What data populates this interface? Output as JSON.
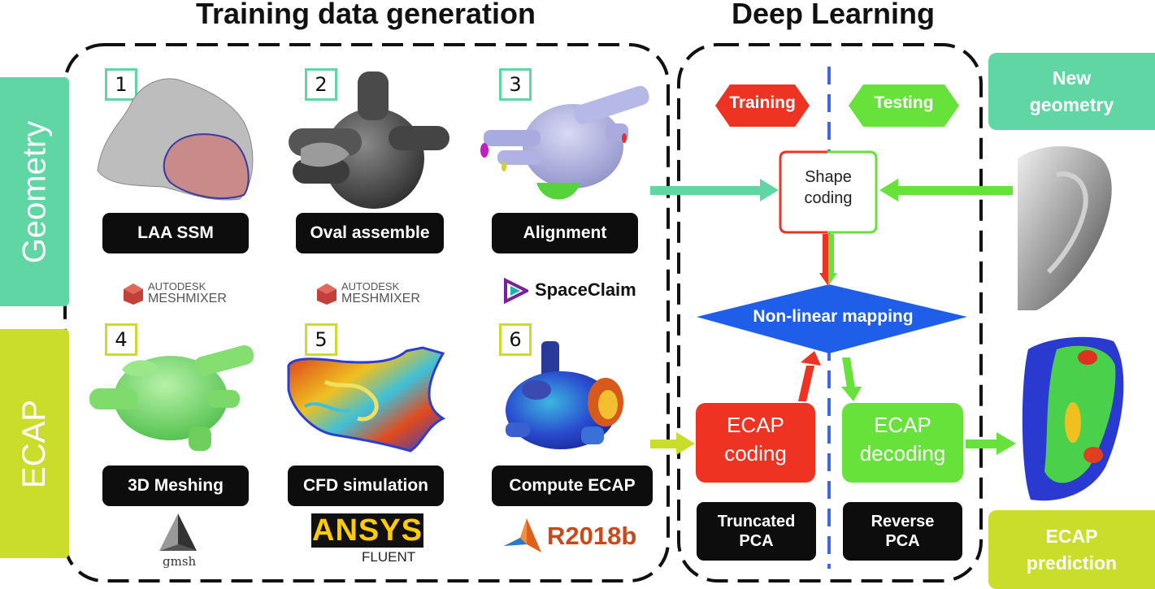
{
  "headings": {
    "training": "Training data generation",
    "deep": "Deep Learning"
  },
  "side_tabs": {
    "geometry": "Geometry",
    "ecap": "ECAP"
  },
  "steps": [
    {
      "num": "1",
      "label": "LAA SSM"
    },
    {
      "num": "2",
      "label": "Oval assemble"
    },
    {
      "num": "3",
      "label": "Alignment"
    },
    {
      "num": "4",
      "label": "3D Meshing"
    },
    {
      "num": "5",
      "label": "CFD simulation"
    },
    {
      "num": "6",
      "label": "Compute ECAP"
    }
  ],
  "logos": {
    "meshmixer_top": "AUTODESK",
    "meshmixer_bottom": "MESHMIXER",
    "spaceclaim": "SpaceClaim",
    "gmsh": "gmsh",
    "ansys": "ANSYS",
    "fluent": "FLUENT",
    "matlab": "R2018b"
  },
  "dl": {
    "training": "Training",
    "testing": "Testing",
    "shape_coding_1": "Shape",
    "shape_coding_2": "coding",
    "mapping": "Non-linear mapping",
    "ecap_coding_1": "ECAP",
    "ecap_coding_2": "coding",
    "ecap_decoding_1": "ECAP",
    "ecap_decoding_2": "decoding",
    "truncated_1": "Truncated",
    "truncated_2": "PCA",
    "reverse_1": "Reverse",
    "reverse_2": "PCA"
  },
  "right": {
    "new_geometry_1": "New",
    "new_geometry_2": "geometry",
    "ecap_prediction_1": "ECAP",
    "ecap_prediction_2": "prediction"
  },
  "colors": {
    "geometry": "#5fd6a4",
    "ecap": "#c9dd2a",
    "training": "#ee3322",
    "testing": "#66e23a",
    "mapping": "#1f5ee8",
    "divider": "#3f67e0"
  }
}
